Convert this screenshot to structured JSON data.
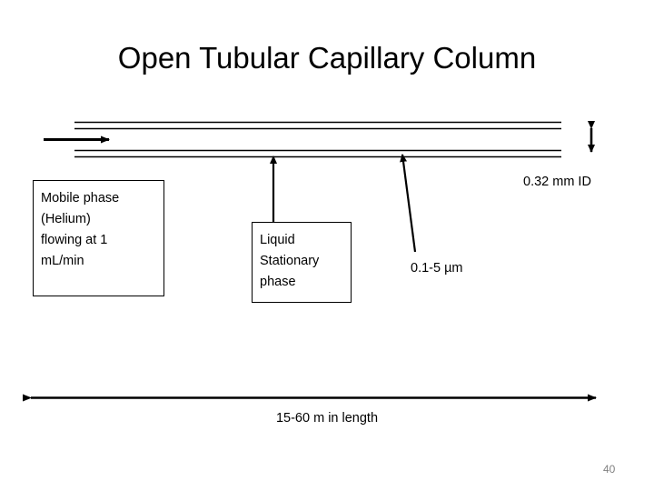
{
  "slide": {
    "title": "Open Tubular Capillary Column",
    "page_number": "40",
    "background_color": "#ffffff",
    "line_color": "#000000",
    "page_number_color": "#808080"
  },
  "callouts": {
    "mobile_phase": {
      "lines": [
        "Mobile phase",
        "(Helium)",
        "flowing at 1",
        "mL/min"
      ],
      "text": "Mobile phase (Helium) flowing at 1 mL/min"
    },
    "stationary_phase": {
      "lines": [
        "Liquid",
        "Stationary",
        "phase"
      ],
      "text": "Liquid Stationary phase"
    }
  },
  "labels": {
    "inner_diameter": "0.32 mm ID",
    "film_thickness": "0.1-5 µm",
    "column_length": "15-60 m in length"
  },
  "diagram": {
    "flow_arrow_name": "mobile-phase-flow-arrow",
    "id_arrow_name": "inner-diameter-arrow",
    "length_arrow_name": "column-length-arrow",
    "stationary_arrow_name": "stationary-phase-pointer",
    "film_arrow_name": "film-thickness-pointer"
  }
}
